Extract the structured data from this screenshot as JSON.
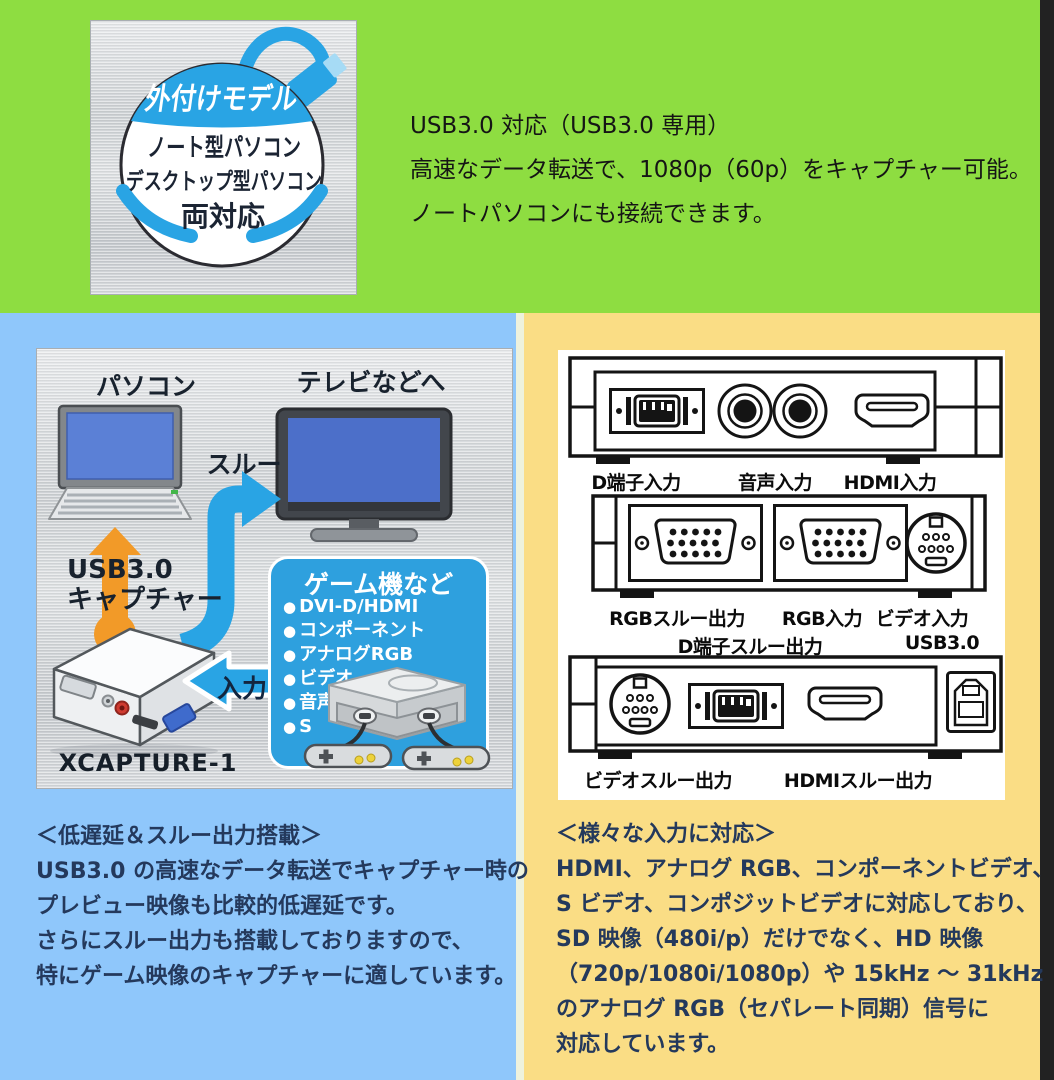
{
  "badge": {
    "ribbon": "外付けモデル",
    "line1": "ノート型パソコン",
    "line2": "デスクトップ型パソコン",
    "line3": "両対応"
  },
  "intro": {
    "lines": [
      "USB3.0 対応（USB3.0 専用）",
      "高速なデータ転送で、1080p（60p）をキャプチャー可能。",
      "ノートパソコンにも接続できます。"
    ]
  },
  "diagram": {
    "pc_label": "パソコン",
    "tv_label": "テレビなどへ",
    "through_label": "スルー",
    "usb_line1": "USB3.0",
    "usb_line2": "キャプチャー",
    "input_label": "入力",
    "device_name": "XCAPTURE-1",
    "game_box": {
      "title": "ゲーム機など",
      "bullet": "●",
      "items": [
        "DVI-D/HDMI",
        "コンポーネント",
        "アナログRGB",
        "ビデオ",
        "音声",
        "S"
      ]
    }
  },
  "low_latency": {
    "heading": "＜低遅延＆スルー出力搭載＞",
    "lines": [
      "USB3.0 の高速なデータ転送でキャプチャー時の",
      "プレビュー映像も比較的低遅延です。",
      "さらにスルー出力も搭載しておりますので、",
      "特にゲーム映像のキャプチャーに適しています。"
    ]
  },
  "ports": {
    "panel1": [
      "D端子入力",
      "音声入力",
      "HDMI入力"
    ],
    "panel2": [
      "RGBスルー出力",
      "RGB入力",
      "ビデオ入力"
    ],
    "mid": [
      "D端子スルー出力",
      "USB3.0"
    ],
    "panel3": [
      "ビデオスルー出力",
      "HDMIスルー出力"
    ]
  },
  "inputs_section": {
    "heading": "＜様々な入力に対応＞",
    "lines": [
      "HDMI、アナログ RGB、コンポーネントビデオ、",
      "S ビデオ、コンポジットビデオに対応しており、",
      "SD 映像（480i/p）だけでなく、HD 映像",
      "（720p/1080i/1080p）や 15kHz ～ 31kHz",
      "のアナログ RGB（セパレート同期）信号に",
      "対応しています。"
    ]
  },
  "colors": {
    "green_bg": "#8edd41",
    "blue_bg": "#8fc7fb",
    "yellow_bg": "#fadd85",
    "accent_blue": "#29a4e4",
    "accent_orange": "#f29a28",
    "navy_text": "#24395c"
  }
}
